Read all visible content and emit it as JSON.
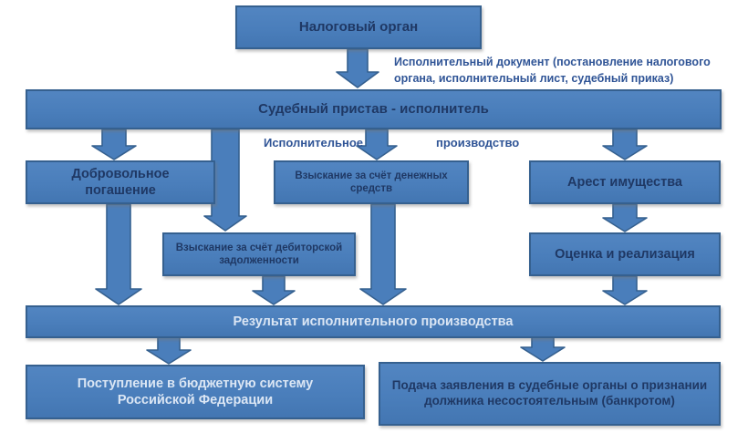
{
  "colors": {
    "box_fill": "#4a7ebb",
    "box_border": "#35608f",
    "text_dark": "#1f3864",
    "text_light": "#dbe6f4",
    "label_text": "#2f5496",
    "background": "#ffffff"
  },
  "nodes": {
    "tax_authority": "Налоговый орган",
    "bailiff": "Судебный пристав - исполнитель",
    "voluntary_repayment": "Добровольное погашение",
    "cash_recovery": "Взыскание за счёт денежных средств",
    "asset_seizure": "Арест имущества",
    "receivables_recovery": "Взыскание за счёт дебиторской задолженности",
    "valuation_and_sale": "Оценка и реализация",
    "enforcement_result": "Результат исполнительного производства",
    "budget_receipt": "Поступление в бюджетную систему Российской Федерации",
    "bankruptcy_filing": "Подача заявления в судебные органы о признании должника несостоятельным (банкротом)"
  },
  "annotations": {
    "executive_document": "Исполнительный документ (постановление налогового органа, исполнительный лист, судебный приказ)",
    "enforcement_label_left": "Исполнительное",
    "enforcement_label_right": "производство"
  }
}
